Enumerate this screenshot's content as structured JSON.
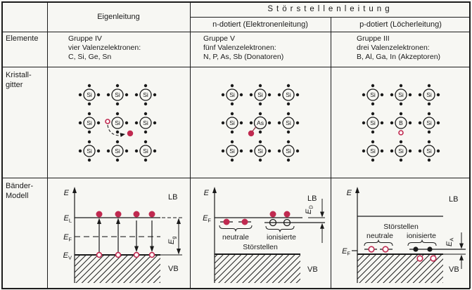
{
  "colors": {
    "red": "#c02a50",
    "ink": "#1a1a1a",
    "paper": "#f7f7f3"
  },
  "headers": {
    "eigenleitung": "Eigenleitung",
    "stoerstellenleitung": "Störstellenleitung",
    "n_dotiert": "n-dotiert (Elektronenleitung)",
    "p_dotiert": "p-dotiert (Löcherleitung)"
  },
  "row_labels": {
    "elemente": "Elemente",
    "kristallgitter": [
      "Kristall-",
      "gitter"
    ],
    "baender_modell": [
      "Bänder-",
      "Modell"
    ]
  },
  "elemente": {
    "eigen": [
      "Gruppe IV",
      "vier Valenzelektronen:",
      "C, Si, Ge, Sn"
    ],
    "n": [
      "Gruppe V",
      "fünf Valenzelektronen:",
      "N, P, As, Sb (Donatoren)"
    ],
    "p": [
      "Gruppe III",
      "drei Valenzelektronen:",
      "B, Al, Ga, In (Akzeptoren)"
    ]
  },
  "lattice": {
    "eigen": {
      "atoms": [
        "Si",
        "Si",
        "Si",
        "Si",
        "Si",
        "Si",
        "Si",
        "Si",
        "Si"
      ]
    },
    "n": {
      "atoms": [
        "Si",
        "Si",
        "Si",
        "Si",
        "As",
        "Si",
        "Si",
        "Si",
        "Si"
      ]
    },
    "p": {
      "atoms": [
        "Si",
        "Si",
        "Si",
        "Si",
        "B",
        "Si",
        "Si",
        "Si",
        "Si"
      ]
    }
  },
  "band": {
    "energy": "E",
    "lb": "LB",
    "vb": "VB",
    "sub_L": "L",
    "sub_F": "F",
    "sub_V": "V",
    "sub_g": "g",
    "sub_D": "D",
    "sub_A": "A",
    "neutrale": "neutrale",
    "ionisierte": "ionisierte",
    "stoerstellen": "Störstellen"
  }
}
